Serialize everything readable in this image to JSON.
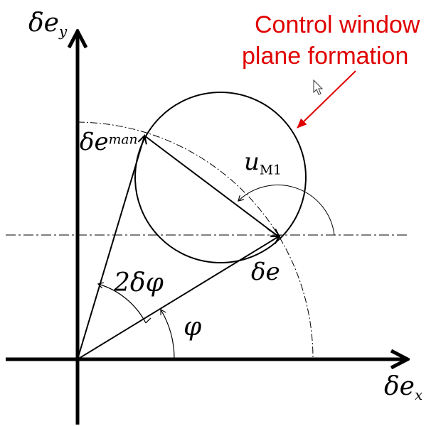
{
  "axes": {
    "x_label": {
      "sym": "δe",
      "sub": "x"
    },
    "y_label": {
      "sym": "δe",
      "sub": "y"
    }
  },
  "vectors": {
    "de": "δe",
    "de_man": {
      "sym": "δe",
      "sup": "man"
    },
    "u_m1": {
      "sym": "u",
      "sub": "M1"
    }
  },
  "angles": {
    "phi": "φ",
    "two_dphi": "2δφ"
  },
  "annotation": {
    "line1": "Control window",
    "line2": "plane formation"
  },
  "colors": {
    "annotation": "#e00000",
    "lines": "#000000"
  }
}
